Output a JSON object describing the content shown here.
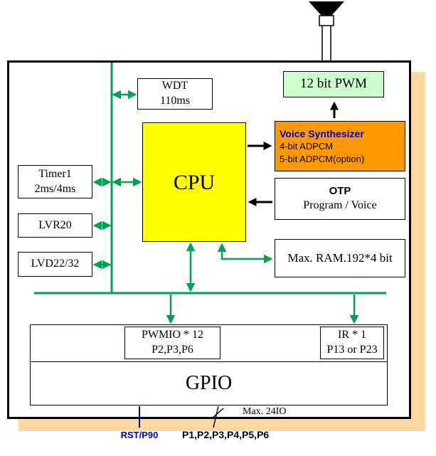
{
  "colors": {
    "bus_green": "#00A050",
    "shadow_orange": "#FFD9A0",
    "pwm_box_green": "#CCFFCC",
    "cpu_yellow": "#FFFF00",
    "synth_orange": "#FF9900",
    "synth_title_blue": "#0000CC",
    "rst_label_blue": "#0000CC"
  },
  "icons": {
    "speaker": "speaker-icon"
  },
  "blocks": {
    "pwm12": {
      "label": "12 bit PWM"
    },
    "wdt": {
      "line1": "WDT",
      "line2": "110ms"
    },
    "cpu": {
      "label": "CPU"
    },
    "voice_synth": {
      "title": "Voice Synthesizer",
      "line1": "4-bit ADPCM",
      "line2": "5-bit ADPCM(option)"
    },
    "otp": {
      "title": "OTP",
      "subtitle": "Program / Voice"
    },
    "timer1": {
      "line1": "Timer1",
      "line2": "2ms/4ms"
    },
    "lvr": {
      "label": "LVR20"
    },
    "lvd": {
      "label": "LVD22/32"
    },
    "ram": {
      "label": "Max. RAM.192*4 bit"
    },
    "pwmio": {
      "line1": "PWMIO * 12",
      "line2": "P2,P3,P6"
    },
    "ir": {
      "line1": "IR * 1",
      "line2": "P13 or P23"
    },
    "gpio": {
      "label": "GPIO"
    }
  },
  "annotations": {
    "rst": "RST/P90",
    "ports": "P1,P2,P3,P4,P5,P6",
    "max_io": "Max. 24IO"
  }
}
